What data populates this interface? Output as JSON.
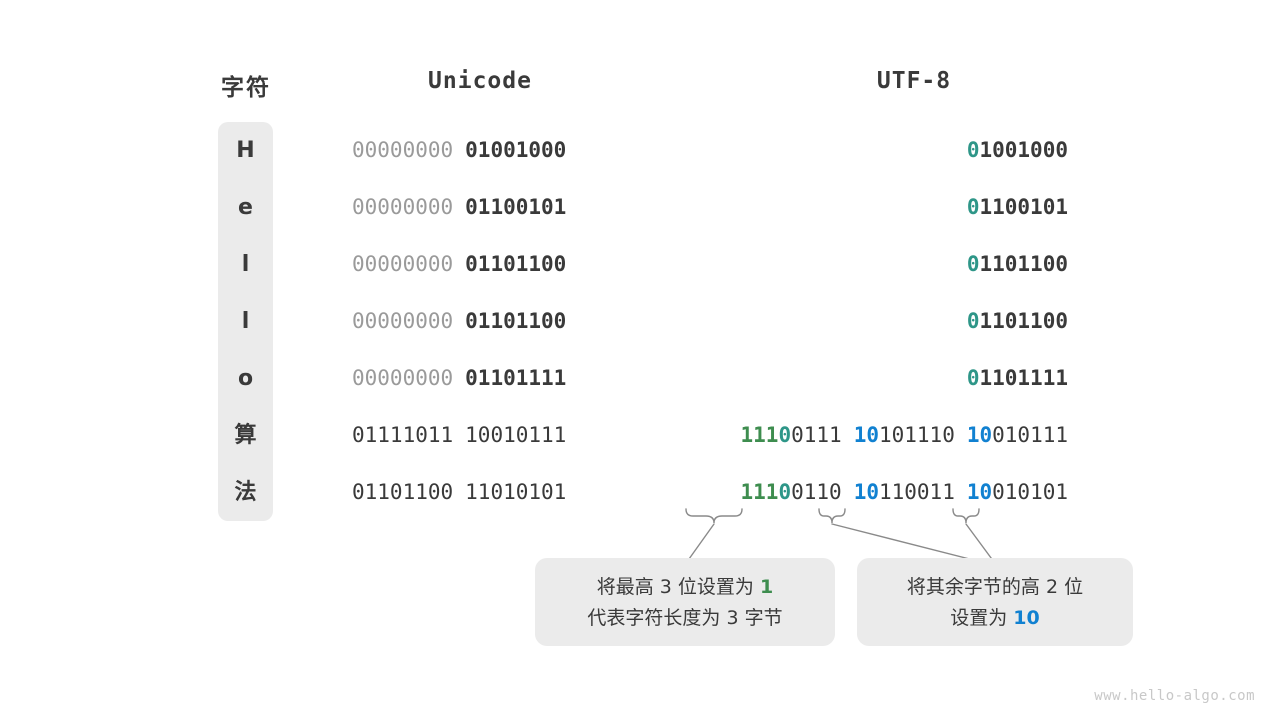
{
  "headers": {
    "char": "字符",
    "unicode": "Unicode",
    "utf8": "UTF-8"
  },
  "rows": [
    {
      "char": "H",
      "unicode": {
        "high": "00000000",
        "low": "01001000"
      },
      "utf8_plain": "01001000",
      "utf8_lead": "0",
      "utf8_rest": "1001000"
    },
    {
      "char": "e",
      "unicode": {
        "high": "00000000",
        "low": "01100101"
      },
      "utf8_plain": "01100101",
      "utf8_lead": "0",
      "utf8_rest": "1100101"
    },
    {
      "char": "l",
      "unicode": {
        "high": "00000000",
        "low": "01101100"
      },
      "utf8_plain": "01101100",
      "utf8_lead": "0",
      "utf8_rest": "1101100"
    },
    {
      "char": "l",
      "unicode": {
        "high": "00000000",
        "low": "01101100"
      },
      "utf8_plain": "01101100",
      "utf8_lead": "0",
      "utf8_rest": "1101100"
    },
    {
      "char": "o",
      "unicode": {
        "high": "00000000",
        "low": "01101111"
      },
      "utf8_plain": "01101111",
      "utf8_lead": "0",
      "utf8_rest": "1101111"
    },
    {
      "char": "算",
      "unicode": {
        "high": "01111011",
        "low": "10010111"
      },
      "utf8_b1_green": "111",
      "utf8_b1_teal": "0",
      "utf8_b1_rest": "0111",
      "utf8_b2_blue": "10",
      "utf8_b2_rest": "101110",
      "utf8_b3_blue": "10",
      "utf8_b3_rest": "010111"
    },
    {
      "char": "法",
      "unicode": {
        "high": "01101100",
        "low": "11010101"
      },
      "utf8_b1_green": "111",
      "utf8_b1_teal": "0",
      "utf8_b1_rest": "0110",
      "utf8_b2_blue": "10",
      "utf8_b2_rest": "110011",
      "utf8_b3_blue": "10",
      "utf8_b3_rest": "010101"
    }
  ],
  "callouts": {
    "one": {
      "line1_a": "将最高 3 位设置为 ",
      "line1_hl": "1",
      "line2": "代表字符长度为 3 字节"
    },
    "two": {
      "line1": "将其余字节的高 2 位",
      "line2_a": "设置为 ",
      "line2_hl": "10"
    }
  },
  "footer": {
    "watermark": "www.hello-algo.com"
  },
  "colors": {
    "teal": "#2e9688",
    "green": "#3e8d4f",
    "blue": "#1181d1",
    "dark": "#3a3a3a",
    "dim": "#9a9a9a",
    "pill": "#ebebeb"
  }
}
